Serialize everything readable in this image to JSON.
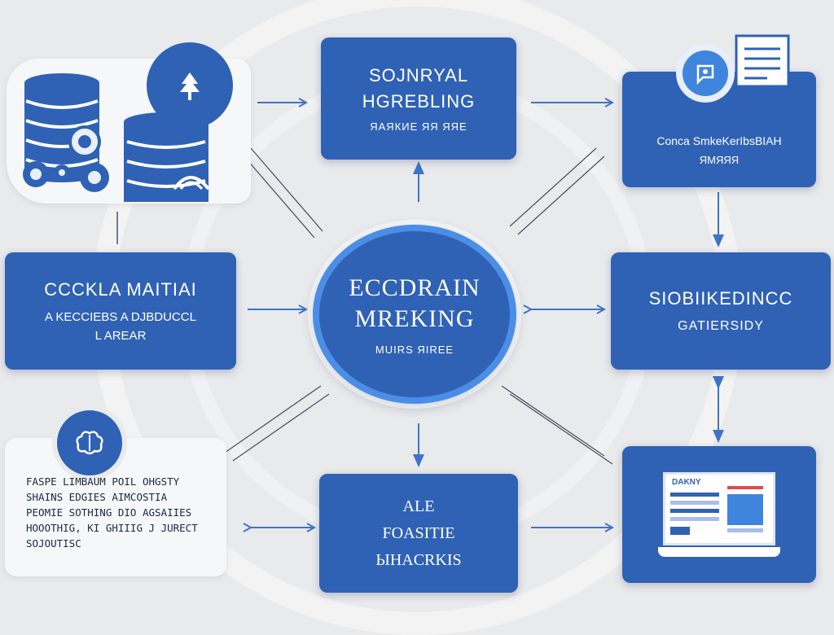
{
  "nodes": {
    "top_center": {
      "line1": "SOJNRYAL",
      "line2": "HGREBLING",
      "line3": "ЯАЯКИЕ ЯЯ ЯЯЕ"
    },
    "top_right": {
      "line1": "Conca SmkeKerIbsBIAH",
      "line2": "ЯМЯЯЯ"
    },
    "left_middle": {
      "line1": "CCCKLA MAITIAI",
      "line2": "A KECCIEBS A DJBDUCCL",
      "line3": "L AREAR"
    },
    "hub": {
      "line1": "ECCDRAIN",
      "line2": "MREKING",
      "line3": "MUIRS ЯIREE"
    },
    "right_middle": {
      "line1": "SIOBIIKEDINCC",
      "line2": "GATIERSIDY"
    },
    "bottom_center": {
      "line1": "ALE",
      "line2": "FOASITIE",
      "line3": "ЫHACRKIS"
    },
    "laptop_screen": {
      "label": "DAKNY"
    },
    "notes": {
      "lines": [
        "FASPE LIMBAUM POIL OHGSTY",
        "SHAINS EDGIES AIMCOSTIA",
        "PEOMIE SOTHING DIO AGSAIIES",
        "HOOOTHIG, KI GHIIIG J JURECT",
        "SOJOUTISC"
      ]
    }
  },
  "colors": {
    "node_fill": "#2f62b5",
    "hub_ring": "#4a8ee6",
    "arrow": "#3f73c9",
    "background": "#e9eaec"
  },
  "icons": [
    "database-icon",
    "tree-icon",
    "gear-icon",
    "chat-icon",
    "document-icon",
    "brain-icon",
    "laptop-icon"
  ]
}
